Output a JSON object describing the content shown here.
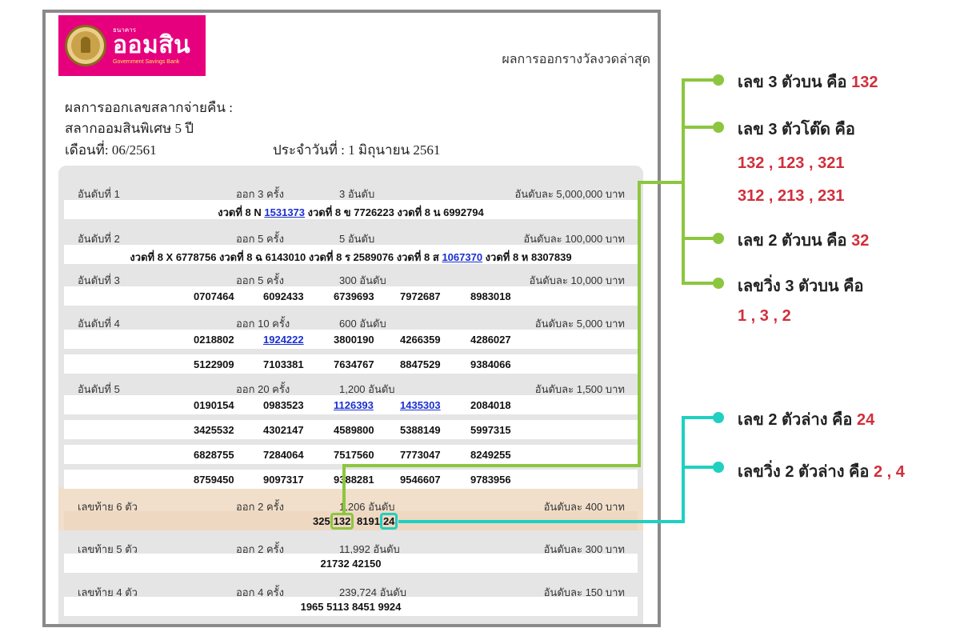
{
  "logo": {
    "small": "ธนาคาร",
    "main": "ออมสิน",
    "sub": "Government Savings Bank"
  },
  "header": {
    "latest_title": "ผลการออกรางวัลงวดล่าสุด"
  },
  "intro": {
    "line1": "ผลการออกเลขสลากจ่ายคืน :",
    "line2": "สลากออมสินพิเศษ 5 ปี",
    "month": "เดือนที่: 06/2561",
    "date": "ประจำวันที่ : 1 มิถุนายน 2561"
  },
  "table": {
    "prizes": [
      {
        "rank": "อันดับที่ 1",
        "times": "ออก 3 ครั้ง",
        "count": "3 อันดับ",
        "amount": "อันดับละ 5,000,000 บาท",
        "rows": [
          [
            "งวดที่ 8 N ",
            "1531373",
            " งวดที่ 8 ข 7726223 งวดที่ 8 น 6992794"
          ]
        ]
      },
      {
        "rank": "อันดับที่ 2",
        "times": "ออก 5 ครั้ง",
        "count": "5 อันดับ",
        "amount": "อันดับละ 100,000 บาท",
        "rows": [
          [
            "งวดที่ 8 X 6778756 งวดที่ 8 ฉ 6143010 งวดที่ 8 ร 2589076 งวดที่ 8 ส ",
            "1067370",
            " งวดที่ 8 ห 8307839"
          ]
        ]
      },
      {
        "rank": "อันดับที่ 3",
        "times": "ออก 5 ครั้ง",
        "count": "300 อันดับ",
        "amount": "อันดับละ 10,000 บาท",
        "grid": [
          [
            "0707464",
            "6092433",
            "6739693",
            "7972687",
            "8983018"
          ]
        ]
      },
      {
        "rank": "อันดับที่ 4",
        "times": "ออก 10 ครั้ง",
        "count": "600 อันดับ",
        "amount": "อันดับละ 5,000 บาท",
        "grid": [
          [
            "0218802",
            "1924222",
            "3800190",
            "4266359",
            "4286027"
          ],
          [
            "5122909",
            "7103381",
            "7634767",
            "8847529",
            "9384066"
          ]
        ]
      },
      {
        "rank": "อันดับที่ 5",
        "times": "ออก 20 ครั้ง",
        "count": "1,200 อันดับ",
        "amount": "อันดับละ 1,500 บาท",
        "grid": [
          [
            "0190154",
            "0983523",
            "1126393",
            "1435303",
            "2084018"
          ],
          [
            "3425532",
            "4302147",
            "4589800",
            "5388149",
            "5997315"
          ],
          [
            "6828755",
            "7284064",
            "7517560",
            "7773047",
            "8249255"
          ],
          [
            "8759450",
            "9097317",
            "9388281",
            "9546607",
            "9783956"
          ]
        ]
      }
    ],
    "last6": {
      "rank": "เลขท้าย 6 ตัว",
      "times": "ออก 2 ครั้ง",
      "count": "1,206 อันดับ",
      "amount": "อันดับละ 400 บาท",
      "n1": "325",
      "n2": "132",
      "n3": " 8191",
      "n4": "24"
    },
    "last5": {
      "rank": "เลขท้าย 5 ตัว",
      "times": "ออก 2 ครั้ง",
      "count": "11,992 อันดับ",
      "amount": "อันดับละ 300 บาท",
      "numbers": "21732 42150"
    },
    "last4": {
      "rank": "เลขท้าย 4 ตัว",
      "times": "ออก 4 ครั้ง",
      "count": "239,724 อันดับ",
      "amount": "อันดับละ 150 บาท",
      "numbers": "1965 5113 8451 9924"
    }
  },
  "annotations": {
    "a1_label": "เลข 3 ตัวบน คือ ",
    "a1_value": "132",
    "a2_label": "เลข 3 ตัวโต๊ด คือ",
    "a2_line1": "132 , 123 , 321",
    "a2_line2": "312 , 213 , 231",
    "a3_label": "เลข 2 ตัวบน คือ ",
    "a3_value": "32",
    "a4_label": "เลขวิ่ง 3 ตัวบน คือ",
    "a4_value": "1 , 3 , 2",
    "a5_label": "เลข 2 ตัวล่าง คือ ",
    "a5_value": "24",
    "a6_label": "เลขวิ่ง 2 ตัวล่าง คือ ",
    "a6_value": "2 , 4"
  },
  "colors": {
    "brand_pink": "#e6007e",
    "green": "#8cc63f",
    "teal": "#20d0c0",
    "red": "#d02f3b"
  }
}
